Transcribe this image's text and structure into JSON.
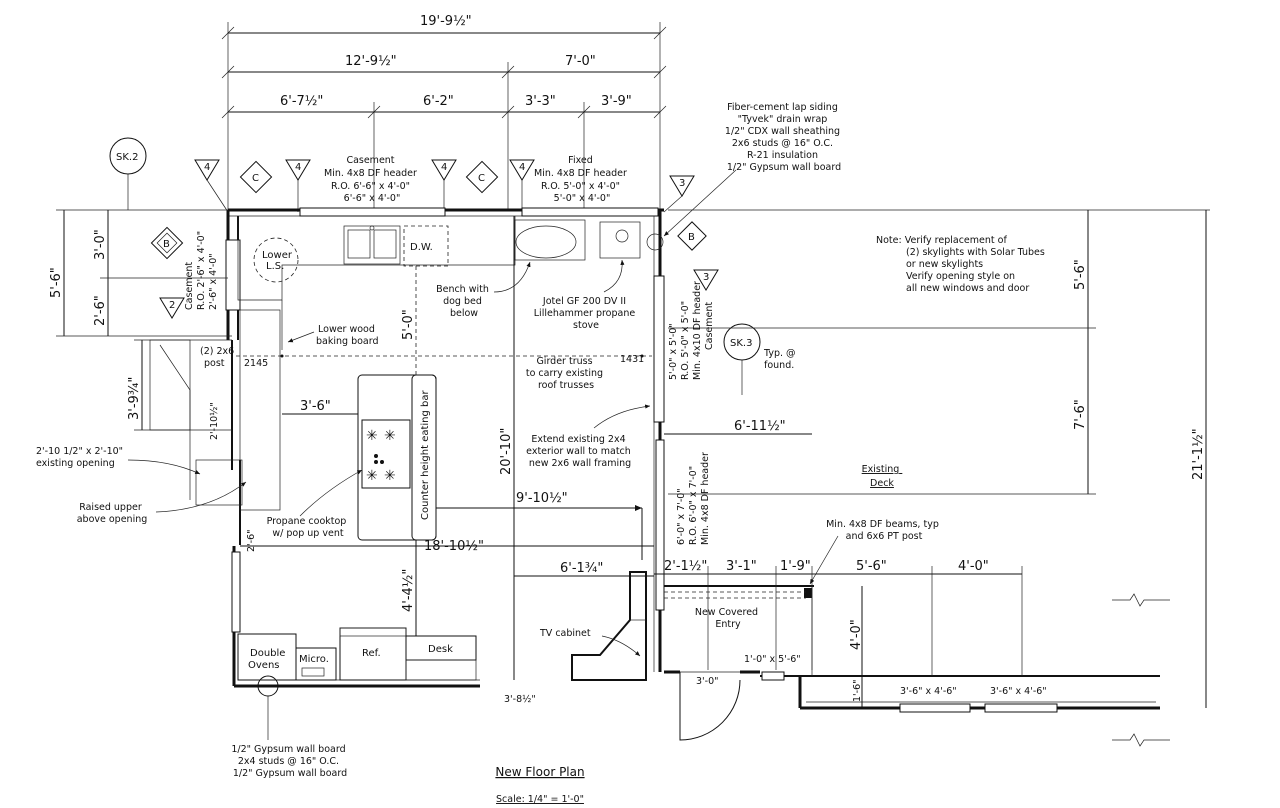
{
  "dimensions": {
    "overall_width": "19'-9½\"",
    "left_section": "12'-9½\"",
    "right_section": "7'-0\"",
    "seg_a": "6'-7½\"",
    "seg_b": "6'-2\"",
    "seg_c": "3'-3\"",
    "seg_d": "3'-9\"",
    "left_height_3_0": "3'-0\"",
    "left_height_5_6": "5'-6\"",
    "left_height_2_6": "2'-6\"",
    "left_height_3_9": "3'-9¾\"",
    "vertical_5_0": "5'-0\"",
    "island_offset": "3'-6\"",
    "vertical_20_10": "20'-10\"",
    "span_9_10": "9'-10½\"",
    "span_18_10": "18'-10½\"",
    "counter_2_6": "2'-6\"",
    "vertical_4_4": "4'-4½\"",
    "tv_span": "6'-1¾\"",
    "entry_2_1": "2'-1½\"",
    "entry_3_1": "3'-1\"",
    "entry_1_9": "1'-9\"",
    "deck_5_6": "5'-6\"",
    "deck_4_0_h": "4'-0\"",
    "deck_4_0_v": "4'-0\"",
    "deck_1_6": "1'-6\"",
    "right_5_6": "5'-6\"",
    "right_7_6": "7'-6\"",
    "right_21_1": "21'-1½\"",
    "deck_width": "6'-11½\"",
    "door_3_0": "3'-0\"",
    "bottom_3_8": "3'-8½\"",
    "wall_2_10": "2'-10½\""
  },
  "window_tags": {
    "c1": "C",
    "c2": "C",
    "b1": "B",
    "b2": "B",
    "n4a": "4",
    "n4b": "4",
    "n4c": "4",
    "n4d": "4",
    "n3a": "3",
    "n3b": "3",
    "n2": "2"
  },
  "section_tags": {
    "sk2": "SK.2",
    "sk3": "SK.3"
  },
  "notes": {
    "casement_header": [
      "Casement",
      "Min. 4x8 DF header",
      "R.O. 6'-6\" x 4'-0\"",
      "6'-6\" x 4'-0\""
    ],
    "fixed_header": [
      "Fixed",
      "Min. 4x8 DF header",
      "R.O. 5'-0\" x 4'-0\"",
      "5'-0\" x 4'-0\""
    ],
    "siding": [
      "Fiber-cement lap siding",
      "\"Tyvek\" drain wrap",
      "1/2\" CDX wall sheathing",
      "2x6 studs @ 16\" O.C.",
      "R-21 insulation",
      "1/2\" Gypsum wall board"
    ],
    "skylight_note": [
      "Note: Verify replacement of",
      "(2) skylights with Solar Tubes",
      "or new skylights",
      "",
      "Verify opening style on",
      "all new windows and door"
    ],
    "left_casement": [
      "Casement",
      "R.O. 2'-6\" x 4'-0\"",
      "2'-6\" x 4'-0\""
    ],
    "lower_ls": [
      "Lower",
      "L.S."
    ],
    "lower_wood": [
      "Lower wood",
      "baking board"
    ],
    "post": [
      "(2) 2x6",
      "post"
    ],
    "post_num_left": "2145",
    "post_num_right": "1431",
    "bench": [
      "Bench with",
      "dog bed",
      "below"
    ],
    "stove": [
      "Jotel GF 200 DV II",
      "Lillehammer propane",
      "stove"
    ],
    "girder": [
      "Girder truss",
      "to carry existing",
      "roof trusses"
    ],
    "extend_wall": [
      "Extend existing 2x4",
      "exterior wall to match",
      "new 2x6 wall framing"
    ],
    "right_casement": [
      "5'-0\" x 5'-0\"",
      "R.O. 5'-0\" x 5'-0\"",
      "Min. 4x10 DF header",
      "Casement"
    ],
    "lower_casement": [
      "6'-0\" x 7'-0\"",
      "R.O. 6'-0\" x 7'-0\"",
      "Min. 4x8 DF header"
    ],
    "typ_found": [
      "Typ. @",
      "found."
    ],
    "existing_deck": [
      "Existing",
      "Deck"
    ],
    "beams": [
      "Min. 4x8 DF beams, typ",
      "and 6x6 PT post"
    ],
    "existing_opening": [
      "2'-10 1/2\" x 2'-10\"",
      "existing opening"
    ],
    "raised_upper": [
      "Raised upper",
      "above opening"
    ],
    "cooktop": [
      "Propane cooktop",
      "w/ pop up vent"
    ],
    "eating_bar": "Counter height eating bar",
    "dw": "D.W.",
    "double_ovens": [
      "Double",
      "Ovens"
    ],
    "micro": "Micro.",
    "ref": "Ref.",
    "desk": "Desk",
    "tv_cabinet": "TV cabinet",
    "covered_entry": [
      "New Covered",
      "Entry"
    ],
    "entry_window": "1'-0\" x 5'-6\"",
    "deck_window_1": "3'-6\" x 4'-6\"",
    "deck_window_2": "3'-6\" x 4'-6\"",
    "gyp_bottom": [
      "1/2\" Gypsum wall board",
      "2x4 studs @ 16\" O.C.",
      "1/2\" Gypsum wall board"
    ],
    "wall_label_small": "2'-10½\""
  },
  "title": {
    "main": "New Floor Plan",
    "scale": "Scale: 1/4\" = 1'-0\""
  }
}
